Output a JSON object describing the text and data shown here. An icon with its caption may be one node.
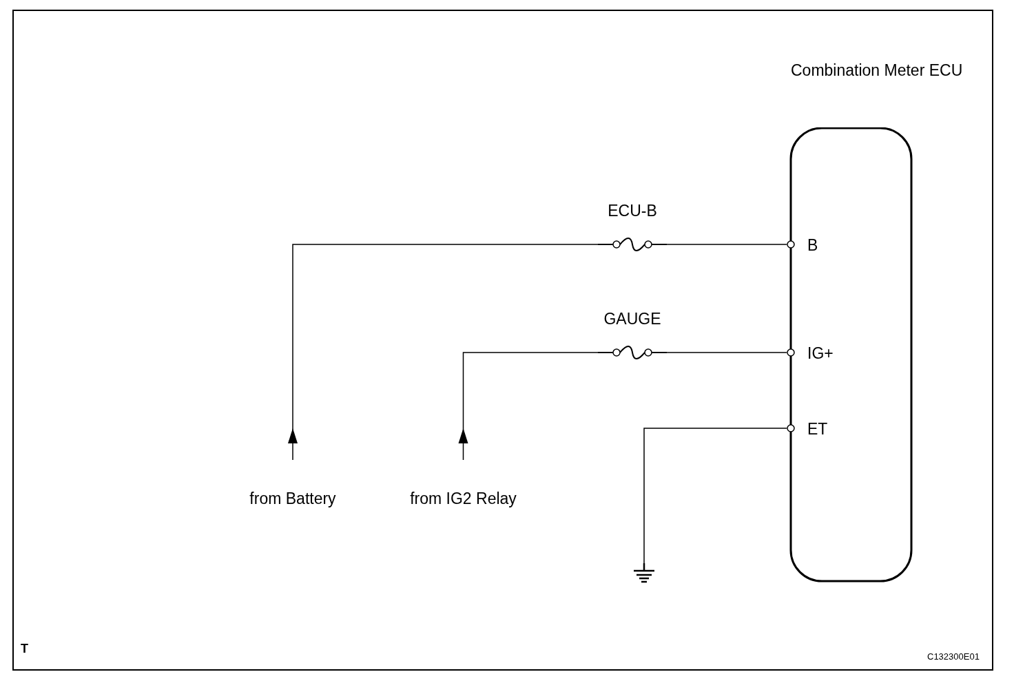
{
  "diagram": {
    "nodes": [
      {
        "text": [
          "Combination Meter ECU"
        ]
      },
      {
        "text": [
          "ECU-B"
        ]
      },
      {
        "text": [
          "GAUGE"
        ]
      },
      {
        "text": [
          "from Battery"
        ]
      },
      {
        "text": [
          "from IG2 Relay"
        ]
      },
      {
        "text": [],
        "shape": "ground"
      }
    ],
    "edges": [
      {
        "from": 3,
        "to": 1,
        "arrow": "to"
      },
      {
        "from": 1,
        "to": 0,
        "arrow": "none"
      },
      {
        "from": 4,
        "to": 2,
        "arrow": "to"
      },
      {
        "from": 2,
        "to": 0,
        "arrow": "none"
      },
      {
        "from": 5,
        "to": 0,
        "arrow": "none"
      }
    ],
    "labels": [
      "B",
      "IG+",
      "ET",
      "T",
      "C132300E01"
    ]
  }
}
